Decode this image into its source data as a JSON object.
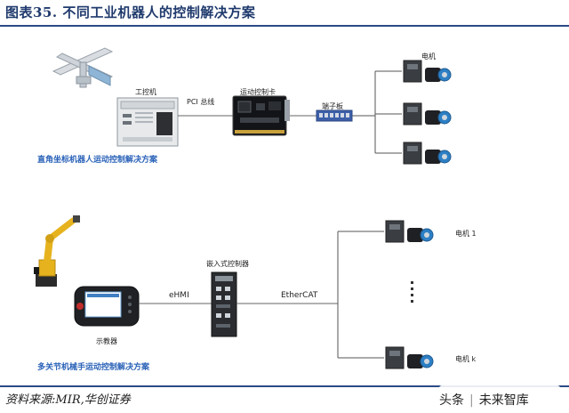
{
  "header": {
    "title": "图表35.  不同工业机器人的控制解决方案"
  },
  "top_scheme": {
    "ipc_label": "工控机",
    "bus_label": "PCI 总线",
    "card_label": "运动控制卡",
    "terminal_label": "端子板",
    "motor_label": "电机",
    "caption": "直角坐标机器人运动控制解决方案"
  },
  "bottom_scheme": {
    "controller_label": "嵌入式控制器",
    "link_left_label": "eHMI",
    "link_right_label": "EtherCAT",
    "pendant_label": "示教器",
    "motor_1_label": "电机 1",
    "motor_k_label": "电机 k",
    "caption": "多关节机械手运动控制解决方案"
  },
  "footer": {
    "source": "资料来源:MIR,华创证券",
    "watermark_left": "头条",
    "watermark_right": "未来智库"
  },
  "colors": {
    "accent": "#2a4b86",
    "caption": "#2a62b8",
    "robot_yellow": "#e6b31e",
    "line": "#555555"
  }
}
